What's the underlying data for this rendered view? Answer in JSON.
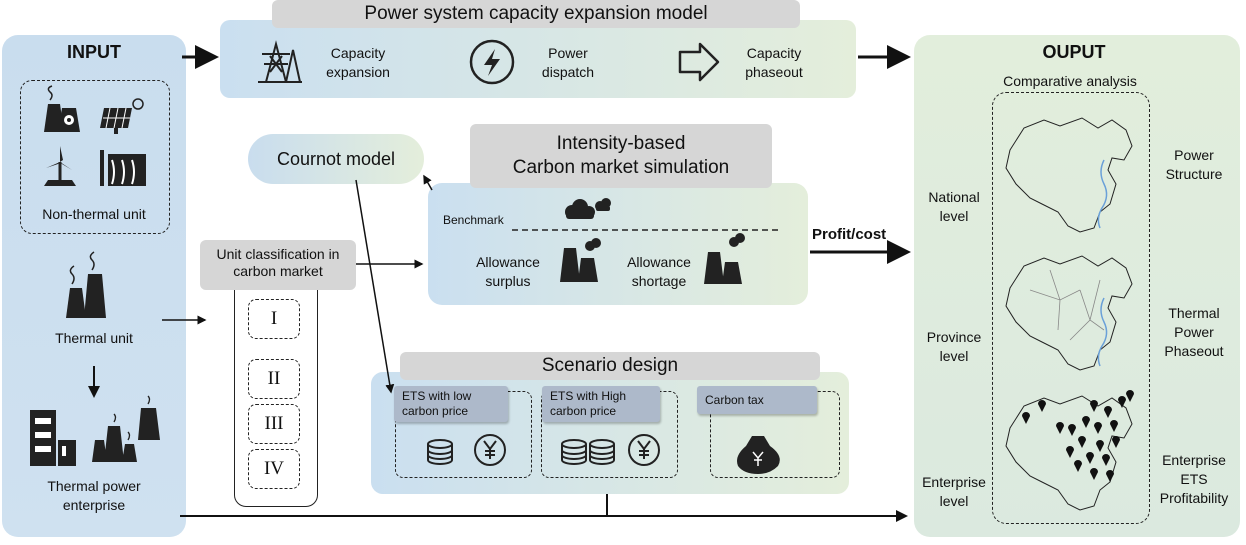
{
  "input": {
    "title": "INPUT",
    "non_thermal_label": "Non-thermal unit",
    "thermal_label": "Thermal unit",
    "enterprise_label": "Thermal power\nenterprise"
  },
  "output": {
    "title": "OUPUT",
    "comparative": "Comparative analysis",
    "levels": [
      "National\nlevel",
      "Province\nlevel",
      "Enterprise\nlevel"
    ],
    "results": [
      "Power\nStructure",
      "Thermal\nPower\nPhaseout",
      "Enterprise\nETS\nProfitability"
    ]
  },
  "expansion": {
    "title": "Power system capacity expansion model",
    "items": [
      {
        "label": "Capacity\nexpansion",
        "icon": "transmission-tower-icon"
      },
      {
        "label": "Power\ndispatch",
        "icon": "lightning-bolt-icon"
      },
      {
        "label": "Capacity\nphaseout",
        "icon": "arrow-right-icon"
      }
    ]
  },
  "cournot": {
    "label": "Cournot model"
  },
  "carbon_market": {
    "title": "Intensity-based\nCarbon market simulation",
    "benchmark": "Benchmark",
    "surplus": "Allowance\nsurplus",
    "shortage": "Allowance\nshortage"
  },
  "profit_cost": "Profit/cost",
  "classification": {
    "title": "Unit classification in\ncarbon market",
    "classes": [
      "I",
      "II",
      "III",
      "IV"
    ]
  },
  "scenario": {
    "title": "Scenario design",
    "items": [
      {
        "label": "ETS with low\ncarbon price",
        "icon": "coins-yuan-icon"
      },
      {
        "label": "ETS with High\ncarbon price",
        "icon": "double-coins-yuan-icon"
      },
      {
        "label": "Carbon tax",
        "icon": "money-bag-icon"
      }
    ]
  },
  "colors": {
    "input_bg": "#c9ddee",
    "output_bg": "#e2eedc",
    "tab_grey": "#d6d6d6",
    "scenario_tab": "#adb9ca",
    "river": "#6aa0d8"
  }
}
